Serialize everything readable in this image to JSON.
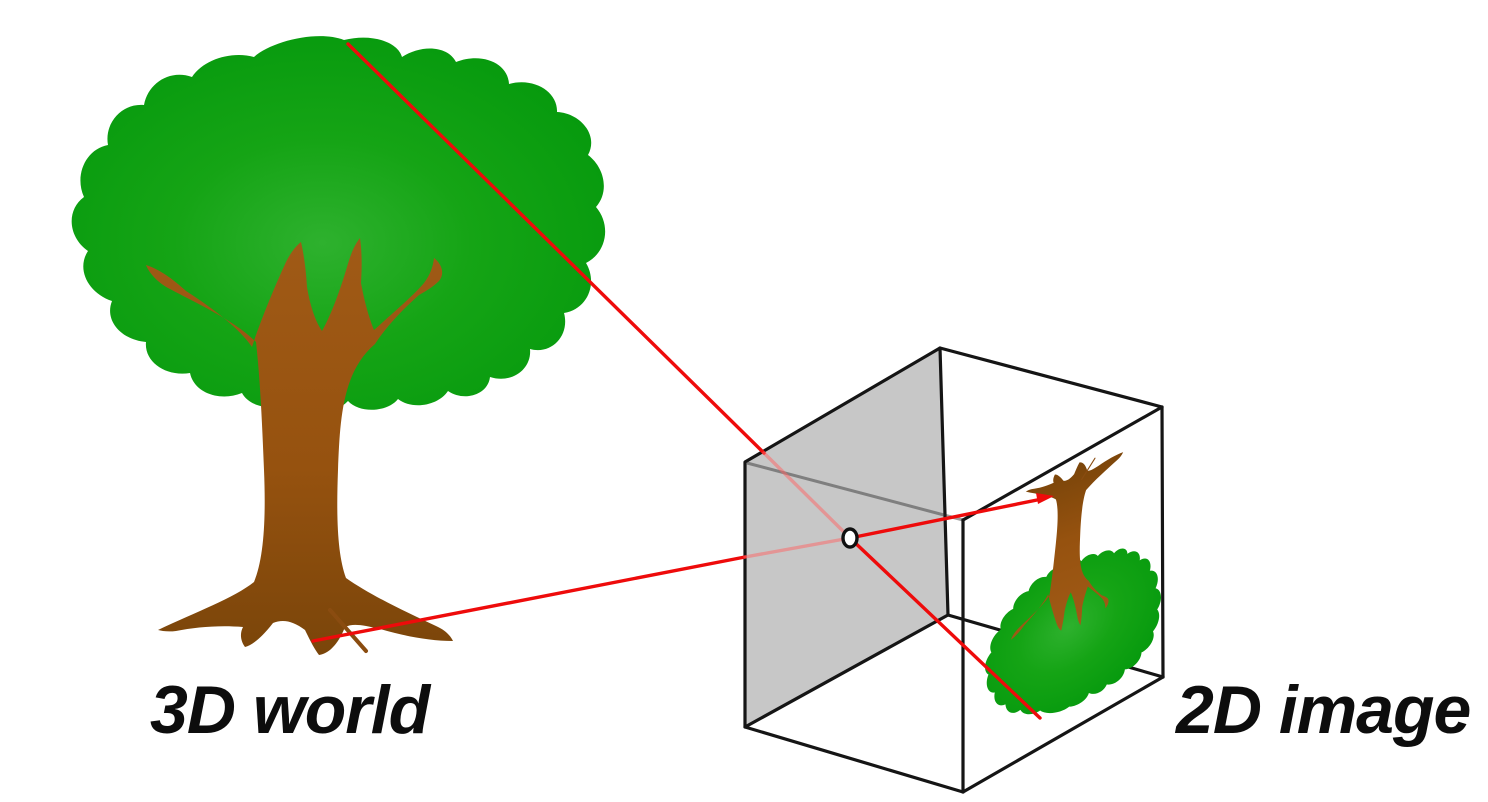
{
  "diagram": {
    "title_context": "pinhole camera projection diagram",
    "left_label": "3D world",
    "right_label": "2D image",
    "elements": {
      "tree": "tree-3d",
      "camera": "camera-box",
      "aperture": "pinhole-aperture",
      "ray_top": "projection-ray-from-treetop",
      "ray_bottom": "projection-ray-from-treebase",
      "projected_image": "inverted-tree-image"
    },
    "colors": {
      "background": "#ffffff",
      "ray_red": "#ee0b0b",
      "ray_faint_pink": "#e2a4a4",
      "crown_green": "#0ba012",
      "crown_green_light": "#2eb12e",
      "trunk_brown": "#96520f",
      "camera_face_gray": "#c7c7c7",
      "edge_black": "#151515",
      "label_black": "#0d0d0d"
    }
  }
}
